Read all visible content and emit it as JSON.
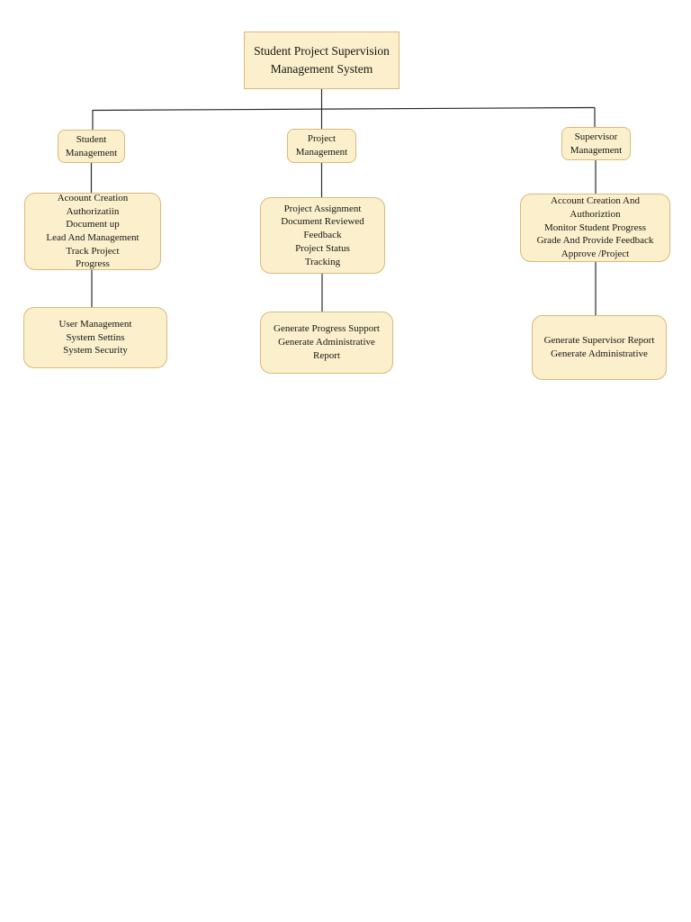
{
  "diagram": {
    "root": {
      "title_lines": [
        "Student Project Supervision",
        "Management System"
      ]
    },
    "branches": [
      {
        "id": "student-management",
        "label_lines": [
          "Student",
          "Management"
        ],
        "children": [
          {
            "lines": [
              "Acoount Creation",
              "Authorizatiin",
              "Document up",
              "Lead And Management",
              "Track Project",
              "Progress"
            ]
          },
          {
            "lines": [
              "User Management",
              "System Settins",
              "System Security"
            ]
          }
        ]
      },
      {
        "id": "project-management",
        "label_lines": [
          "Project",
          "Management"
        ],
        "children": [
          {
            "lines": [
              "Project Assignment",
              "Document Reviewed",
              "Feedback",
              "Project Status",
              "Tracking"
            ]
          },
          {
            "lines": [
              "Generate Progress Support",
              "Generate Administrative",
              "Report"
            ]
          }
        ]
      },
      {
        "id": "supervisor-management",
        "label_lines": [
          "Supervisor",
          "Management"
        ],
        "children": [
          {
            "lines": [
              "Account Creation And",
              "Authoriztion",
              "Monitor Student Progress",
              "Grade And Provide Feedback",
              "Approve /Project"
            ]
          },
          {
            "lines": [
              "Generate Supervisor Report",
              "Generate Administrative"
            ]
          }
        ]
      }
    ],
    "colors": {
      "box_fill": "#FBF0CB",
      "box_border": "#D9B97C",
      "line_color": "#2b2b2b"
    }
  }
}
